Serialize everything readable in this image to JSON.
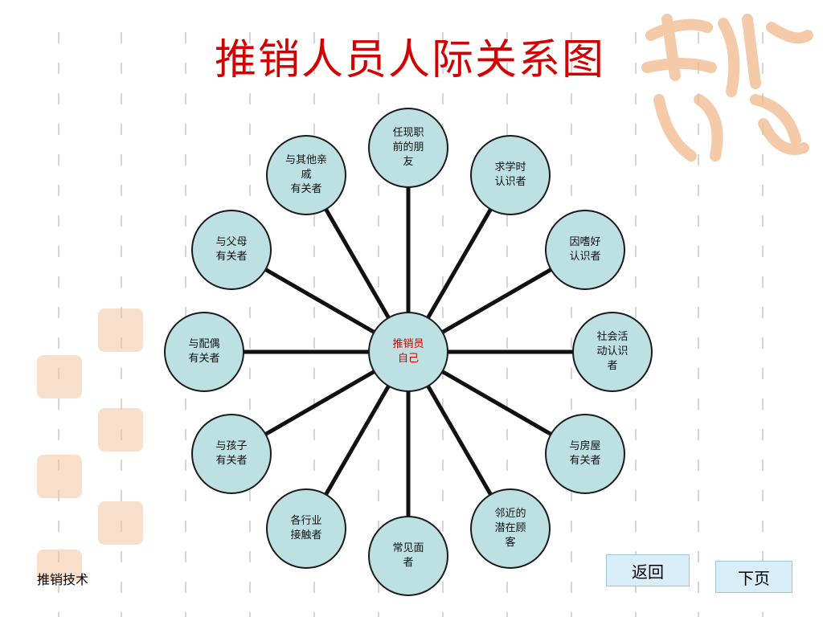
{
  "title": "推销人员人际关系图",
  "center": {
    "label": "推销员\n自己",
    "color": "#d40000"
  },
  "relations": [
    {
      "id": "former-job-friends",
      "label": "任现职\n前的朋\n友"
    },
    {
      "id": "schoolmates",
      "label": "求学时\n认识者"
    },
    {
      "id": "hobby",
      "label": "因嗜好\n认识者"
    },
    {
      "id": "social-activity",
      "label": "社会活\n动认识\n者"
    },
    {
      "id": "housing",
      "label": "与房屋\n有关者"
    },
    {
      "id": "neighbors",
      "label": "邻近的\n潜在顾\n客"
    },
    {
      "id": "frequently-met",
      "label": "常见面\n者"
    },
    {
      "id": "industry-contacts",
      "label": "各行业\n接触者"
    },
    {
      "id": "children",
      "label": "与孩子\n有关者"
    },
    {
      "id": "spouse",
      "label": "与配偶\n有关者"
    },
    {
      "id": "parents",
      "label": "与父母\n有关者"
    },
    {
      "id": "other-relatives",
      "label": "与其他亲\n戚\n有关者"
    }
  ],
  "footer": {
    "label": "推销技术"
  },
  "nav": {
    "back_label": "返回",
    "next_label": "下页"
  },
  "colors": {
    "node_fill": "#bde0e3",
    "title": "#d40000",
    "seal": "#f2b98c",
    "line": "#111111"
  }
}
